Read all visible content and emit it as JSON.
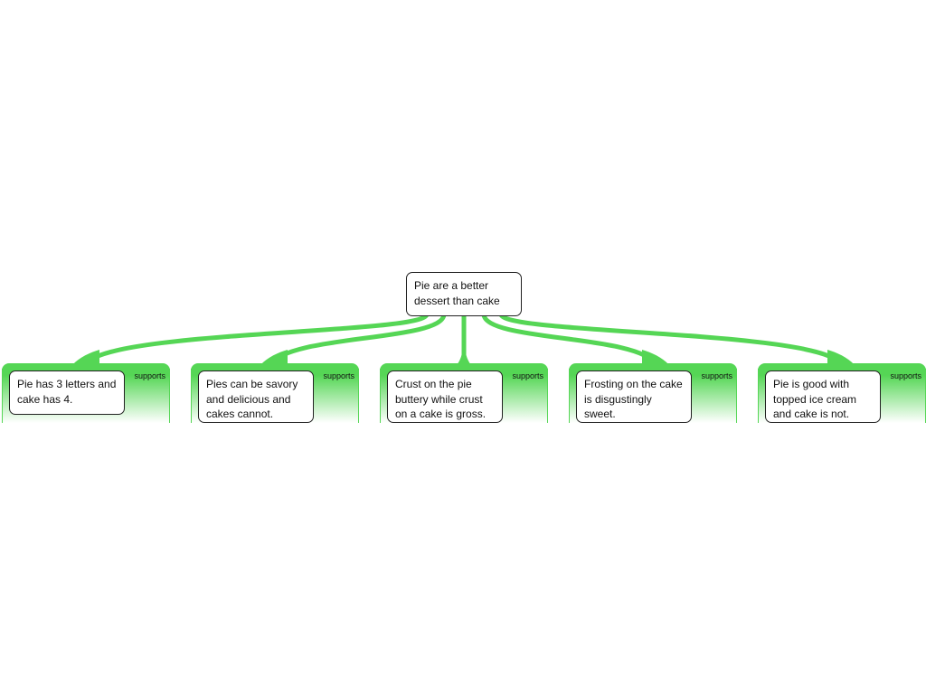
{
  "colors": {
    "link": "#55d655"
  },
  "root": {
    "text": "Pie are a better dessert than cake"
  },
  "reasons": [
    {
      "relation": "supports",
      "text": "Pie has 3 letters and cake has 4."
    },
    {
      "relation": "supports",
      "text": "Pies can be savory and delicious and cakes cannot."
    },
    {
      "relation": "supports",
      "text": "Crust on the pie buttery while crust on a cake is gross."
    },
    {
      "relation": "supports",
      "text": "Frosting on the cake is disgustingly sweet."
    },
    {
      "relation": "supports",
      "text": "Pie is good with topped ice cream and cake is not."
    }
  ]
}
